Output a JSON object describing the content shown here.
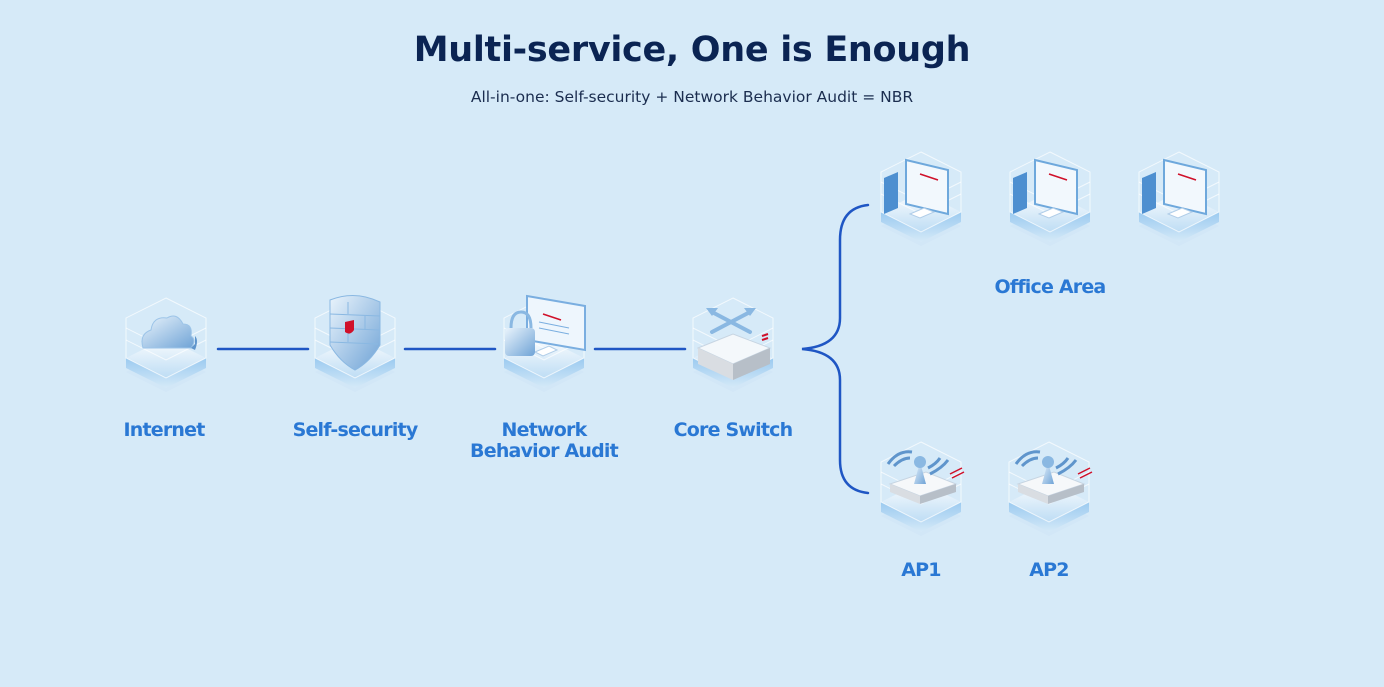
{
  "header": {
    "title": "Multi-service, One is Enough",
    "subtitle": "All-in-one: Self-security + Network Behavior Audit = NBR"
  },
  "nodes": {
    "internet": {
      "label": "Internet",
      "icon": "cloud-icon"
    },
    "self_security": {
      "label": "Self-security",
      "icon": "firewall-shield-icon"
    },
    "nba": {
      "label_line1": "Network",
      "label_line2": "Behavior Audit",
      "icon": "monitor-lock-icon"
    },
    "core_switch": {
      "label": "Core Switch",
      "icon": "switch-icon"
    },
    "office_area": {
      "label": "Office Area",
      "pcs": [
        "pc-1",
        "pc-2",
        "pc-3"
      ],
      "icon": "desktop-pc-icon"
    },
    "ap1": {
      "label": "AP1",
      "icon": "access-point-icon"
    },
    "ap2": {
      "label": "AP2",
      "icon": "access-point-icon"
    }
  },
  "colors": {
    "background": "#d6eaf8",
    "title": "#0b2453",
    "label": "#2a78d4",
    "connector": "#1f56c4",
    "accent_red": "#d0102a"
  }
}
